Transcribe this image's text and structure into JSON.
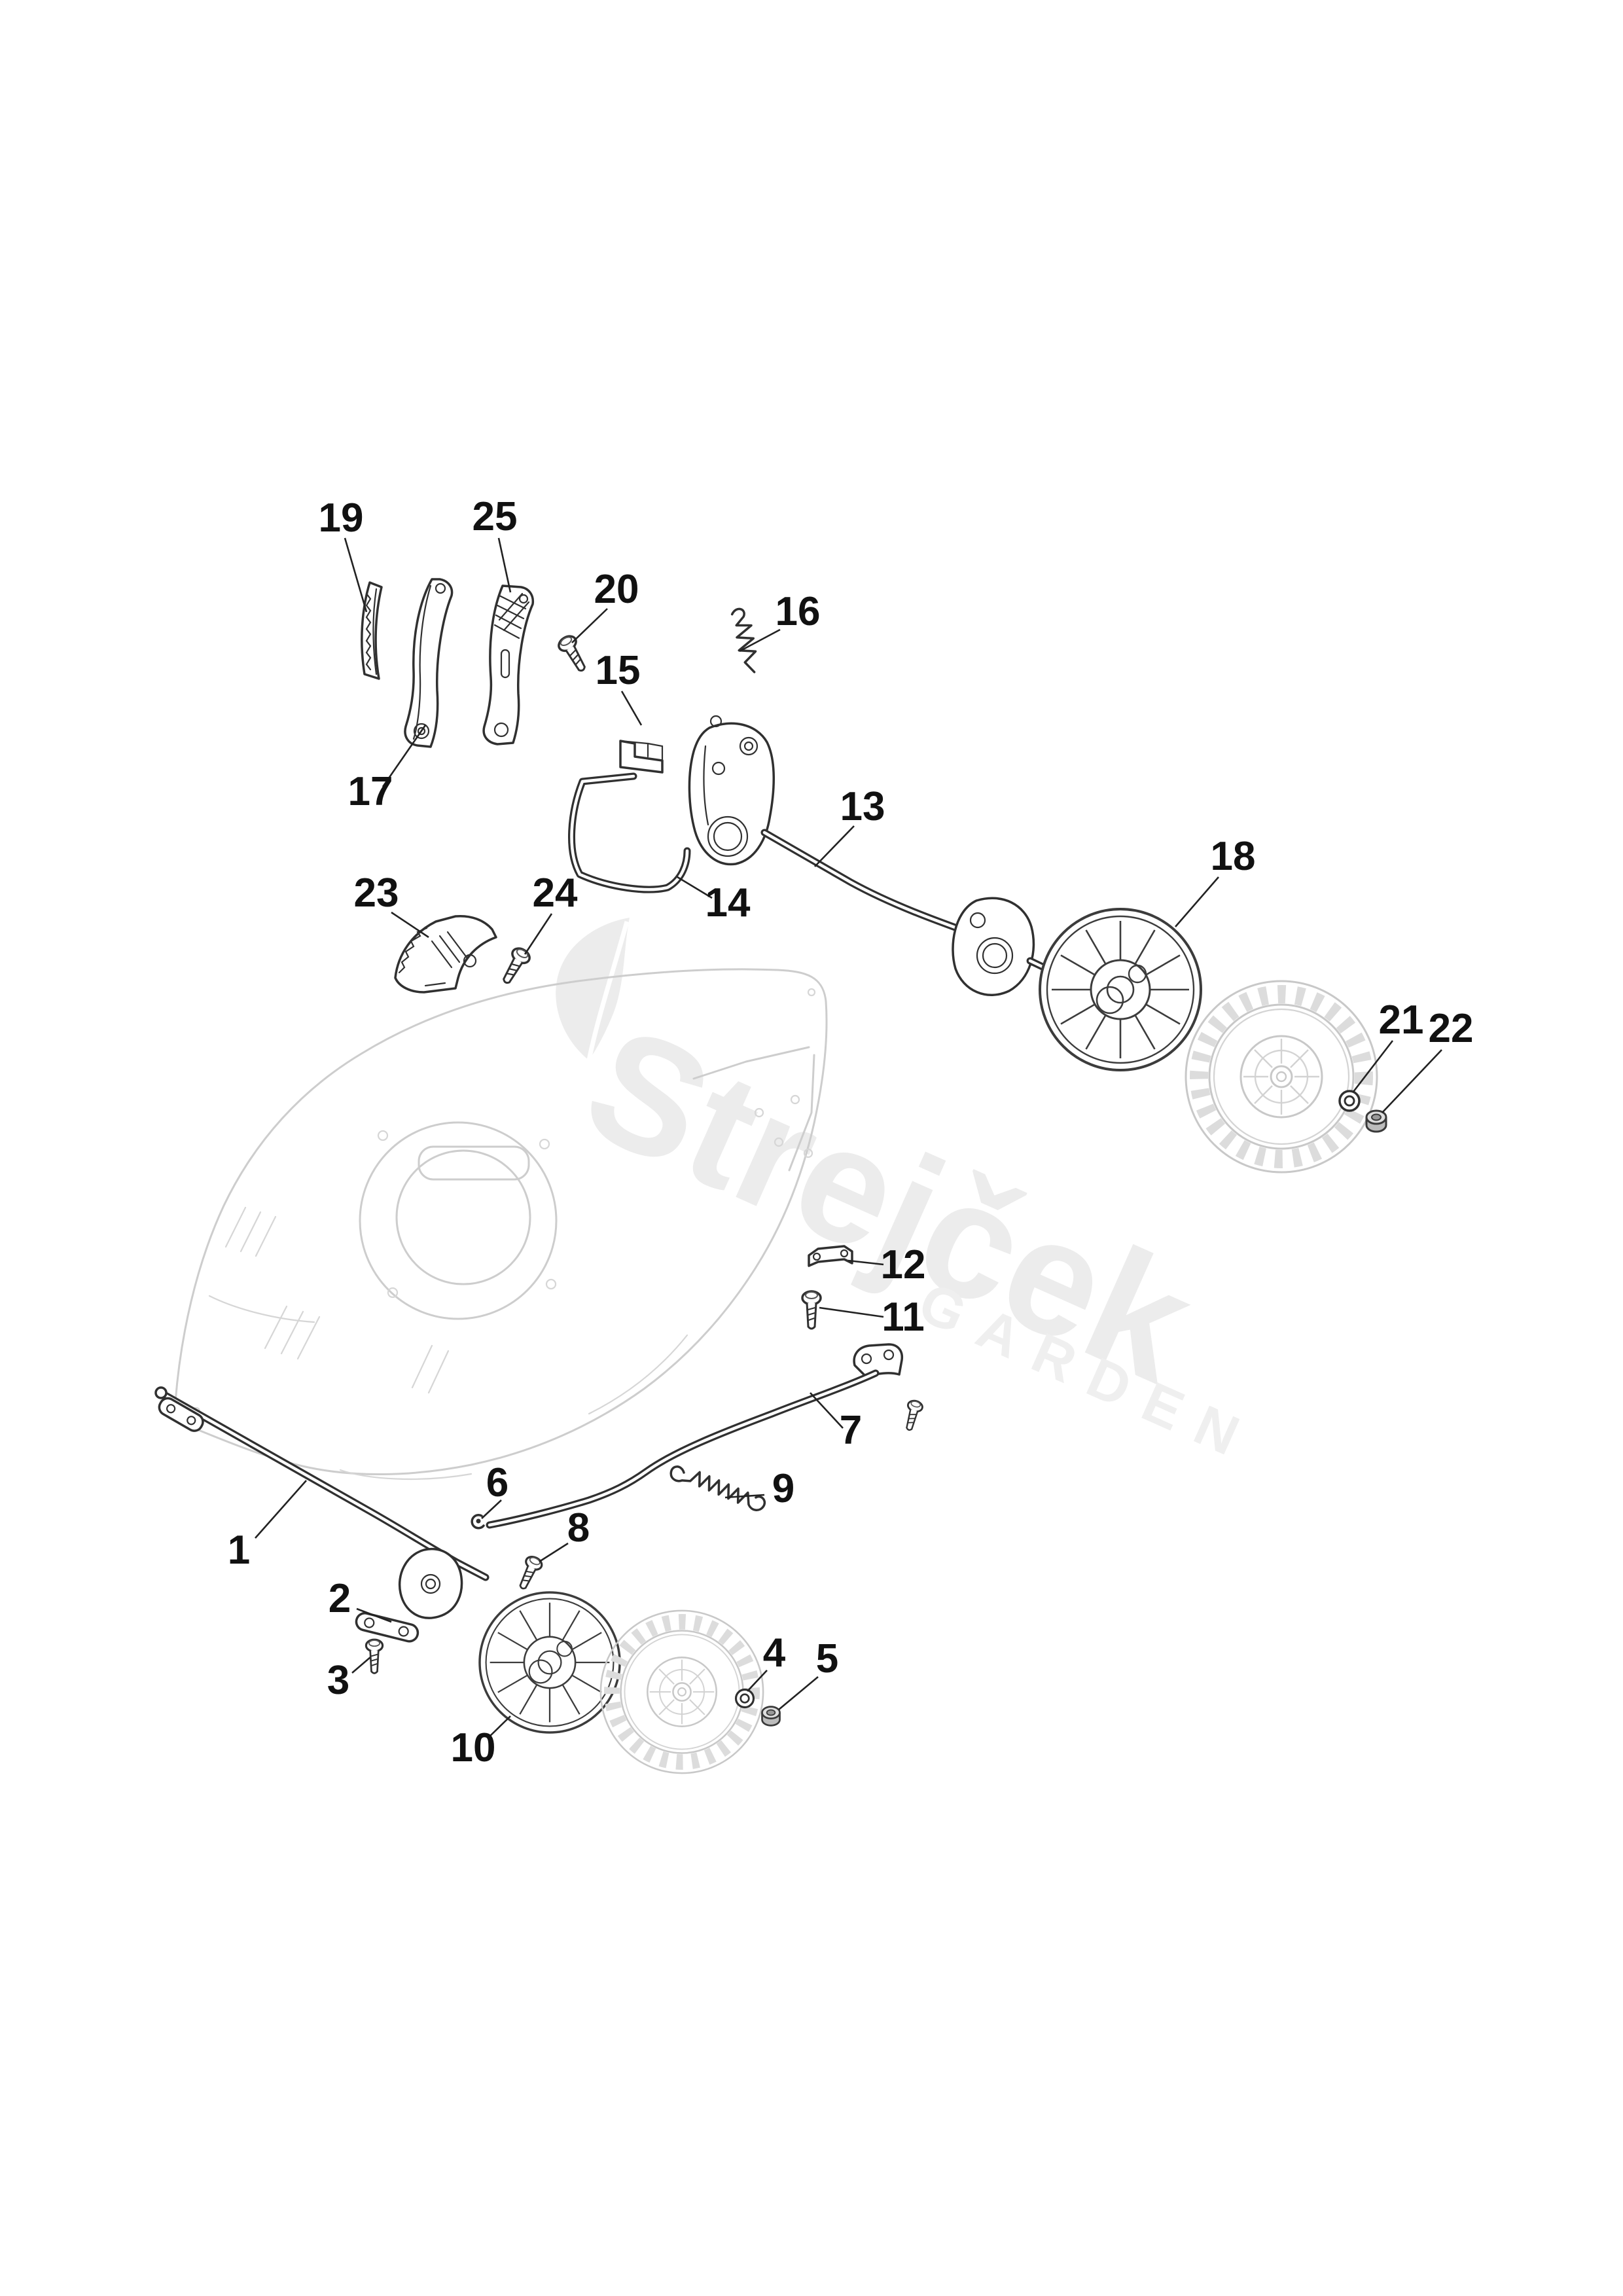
{
  "diagram": {
    "title": "exploded-parts-diagram",
    "parts": [
      "1",
      "2",
      "3",
      "4",
      "5",
      "6",
      "7",
      "8",
      "9",
      "10",
      "11",
      "12",
      "13",
      "14",
      "15",
      "16",
      "17",
      "18",
      "19",
      "20",
      "21",
      "22",
      "23",
      "24",
      "25"
    ],
    "watermark": {
      "brand": "Strejček",
      "subtitle": "GARDEN",
      "icon": "leaf-icon"
    },
    "colors": {
      "line": "#303030",
      "faint": "#cdcdcd",
      "watermark": "#ececec",
      "background": "#ffffff"
    }
  }
}
